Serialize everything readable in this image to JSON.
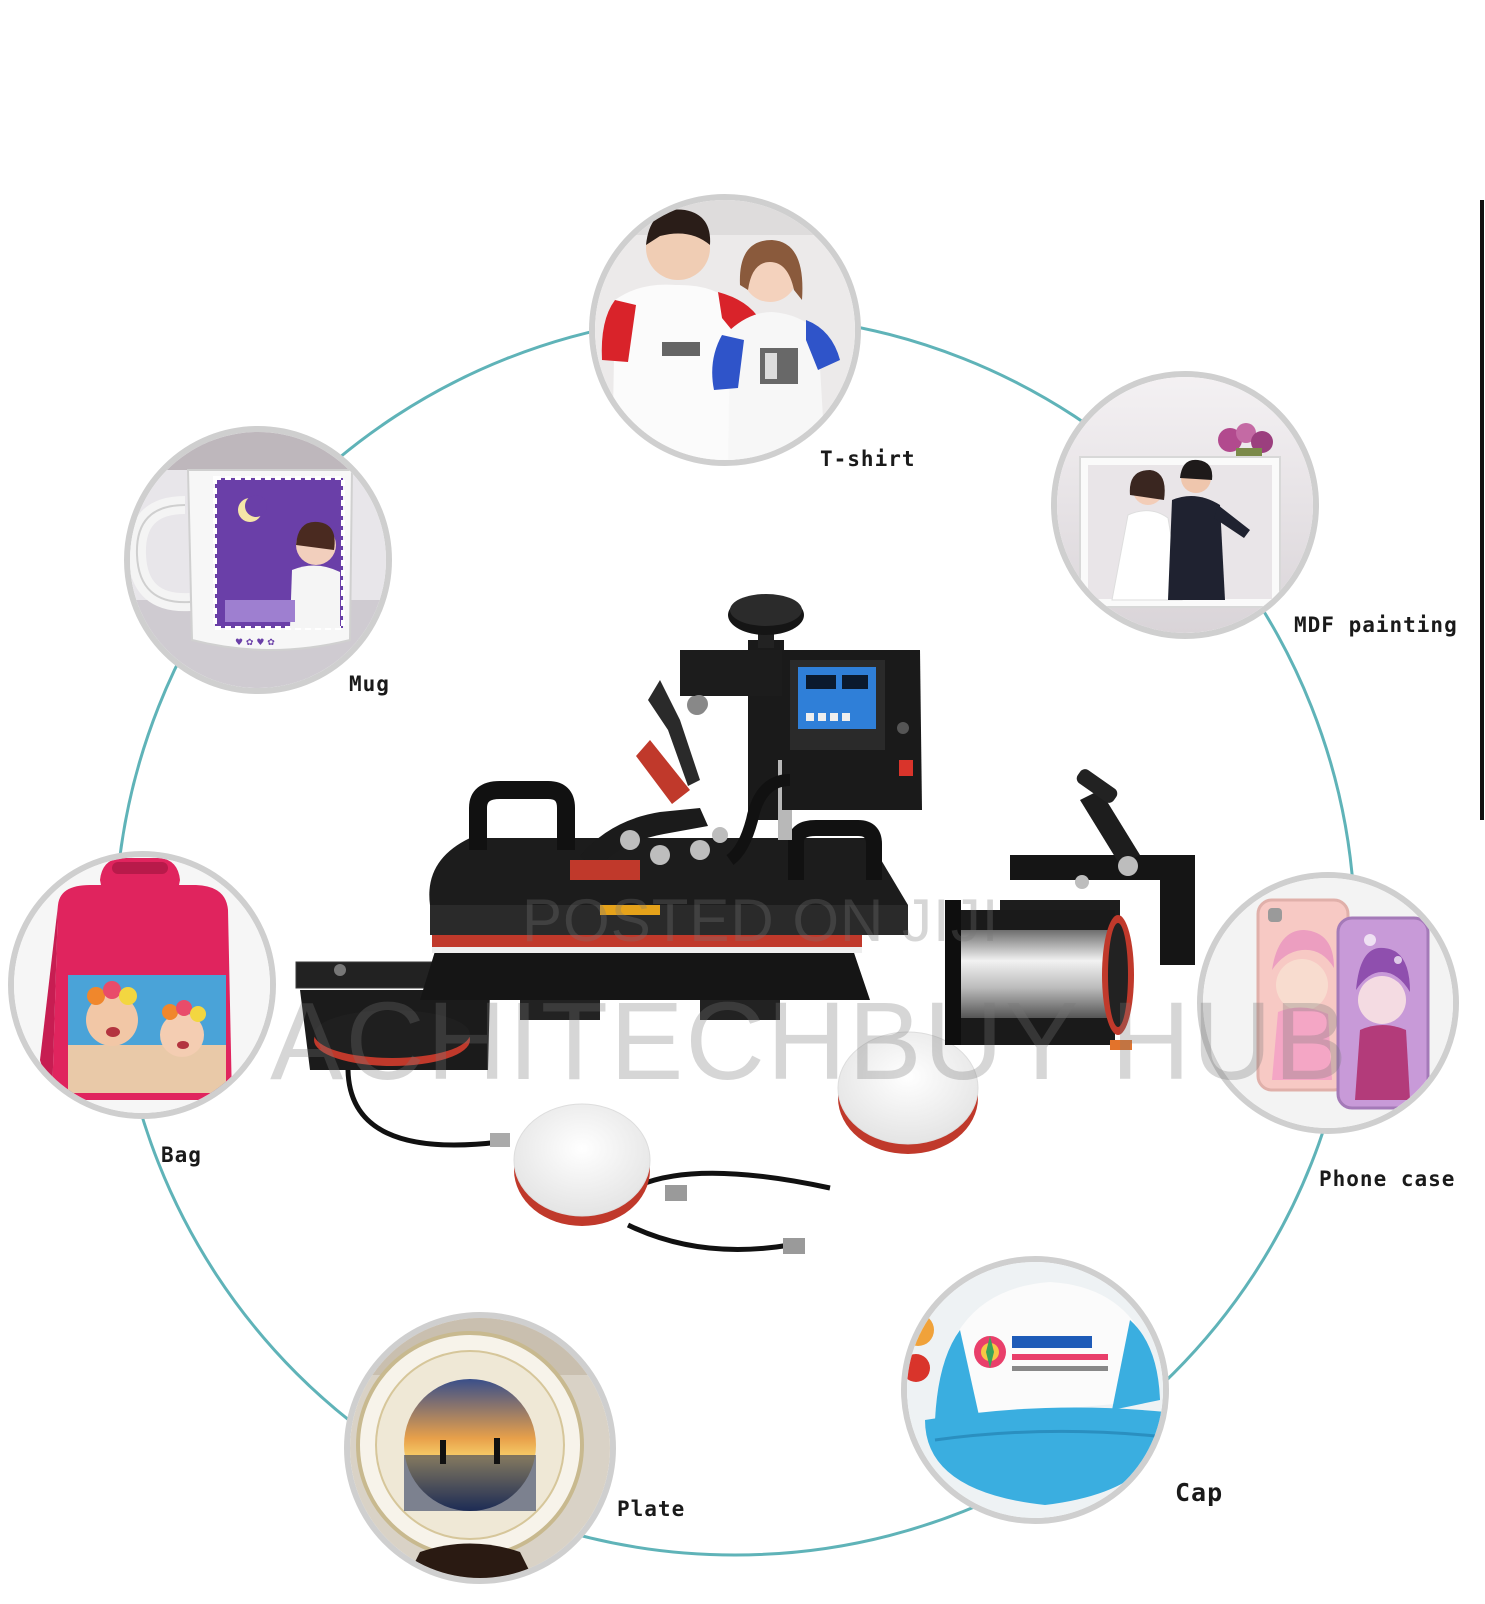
{
  "products": [
    {
      "key": "tshirt",
      "label": "T-shirt"
    },
    {
      "key": "mdf",
      "label": "MDF painting"
    },
    {
      "key": "mug",
      "label": "Mug"
    },
    {
      "key": "bag",
      "label": "Bag"
    },
    {
      "key": "phone",
      "label": "Phone case"
    },
    {
      "key": "plate",
      "label": "Plate"
    },
    {
      "key": "cap",
      "label": "Cap"
    }
  ],
  "watermarks": {
    "site": "POSTED ON JIJI",
    "seller": "ACHITECHBUY HUB"
  },
  "colors": {
    "ring": "#5fb3b8",
    "machine": "#1e1e1e",
    "accent": "#c0392b",
    "bag": "#e0245e",
    "cap": "#3aaee0"
  }
}
